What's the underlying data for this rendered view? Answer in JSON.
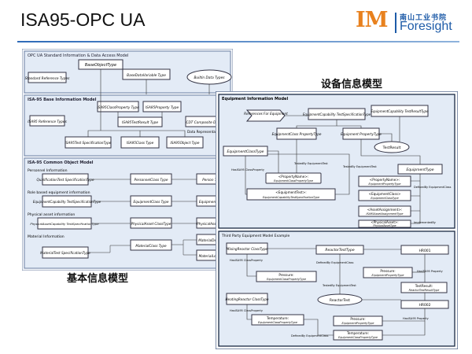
{
  "slide": {
    "title": "ISA95-OPC UA",
    "logo": {
      "brand_letters": "IM",
      "tagline_cn": "南山工业书院",
      "brand_word": "Foresight",
      "colors": {
        "orange": "#e8811e",
        "blue": "#1d5ba8"
      }
    },
    "left_caption": "基本信息模型",
    "right_caption": "设备信息模型"
  },
  "left_diagram": {
    "top_panel_title": "OPC UA Standard Information & Data Access Model",
    "mid_panel_title": "ISA-95 Base Information Model",
    "bottom_panel_title": "ISA-95 Common Object Model",
    "boxes": {
      "base_object_type": "BaseObjectType",
      "standard_ref_types": "Standard Reference Types",
      "base_data_variable_type": "BaseDataVariable Type",
      "builtin_data_types": "Builtin Data Types",
      "isa95_class_property_type": "ISA95ClassProperty Type",
      "isa95_property_type": "ISA95Property Type",
      "isa95_test_result_type": "ISA95TestResult Type",
      "cdt_composite": "CDT Composite DataType",
      "isa95_reference_types": "ISA95 Reference Types",
      "data_representation": "Data Representa...",
      "isa95_test_spec_type": "ISA95Test SpecificationType",
      "isa95_class_type": "ISA95Class Type",
      "isa95_object_type": "ISA95Object Type",
      "qualification_test_spec": "QualificationTest SpecificationType",
      "personnel_class_type": "PersonnelClass Type",
      "person_type": "Person Type",
      "equipment_capability_test_spec": "EquipmentCapability TestSpecificationType",
      "equipment_class_type": "EquipmentClass Type",
      "equipment_type": "Equipment Type",
      "physical_asset_capability_test_spec": "PhysicalAssetCapability TestSpecificationType",
      "physical_asset_class_type": "PhysicalAsset ClassType",
      "physical_asset_type": "PhysicalAsset Type",
      "material_test_spec": "MaterialTest SpecificationType",
      "material_class_type": "MaterialClass Type",
      "material_lot_type": "MaterialLot Type",
      "material_def_type": "MaterialDef Type"
    },
    "sections": {
      "personnel": "Personnel Information",
      "role_equipment": "Role based equipment information",
      "physical_asset": "Physical asset information",
      "material": "Material Information"
    }
  },
  "right_diagram": {
    "top_panel_title": "Equipment Information Model",
    "bottom_panel_title": "Third Party Equipment Model Example",
    "boxes": {
      "references_for_equipment": "References For Equipment",
      "equipment_capability_test_spec_type": "EquipmentCapability TestSpecificationType",
      "equipment_capability_test_result_type": "EquipmentCapability TestResultType",
      "equipment_class_property_type": "EquipmentClass PropertyType",
      "equipment_property_type": "Equipment PropertyType",
      "test_result": "TestResult",
      "equipment_class_type": "EquipmentClassType",
      "equipment_type": "EquipmentType",
      "property_name_class": "<PropertyName>:",
      "property_name_class_sub": "EquipmentClassPropertyType",
      "equipment_test": "<EquipmentTest>:",
      "equipment_test_sub": "EquipmentCapabilityTestSpecificationType",
      "property_name": "<PropertyName>:",
      "property_name_sub": "EquipmentPropertyType",
      "equipment_class_inst": "<EquipmentClass>",
      "equipment_class_inst_sub": "EquipmentClassType",
      "asset_assignment": "<AssetAssignment>:",
      "asset_assignment_sub": "ISA95AssetAssignmentType",
      "physical_asset": "<PhysicalAsset>:",
      "physical_asset_sub": "PhysicalAssetType",
      "mixing_reactor_class_type": "MixingReactor ClassType",
      "reactor_test_type": "ReactorTestType",
      "hr001": "HR001",
      "pressure_1": "Pressure:",
      "pressure_1_sub": "EquipmentClassPropertyType",
      "pressure_2": "Pressure:",
      "pressure_2_sub": "EquipmentPropertyType",
      "test_result_2": "TestResult:",
      "test_result_2_sub": "ReactorTestResultType",
      "reactor_test": "ReactorTest",
      "heating_reactor_class_type": "HeatingReactor ClassType",
      "hr002": "HR002",
      "temperature_1": "Temperature:",
      "temperature_1_sub": "EquipmentClassPropertyType",
      "pressure_3": "Pressure:",
      "pressure_3_sub": "EquipmentPropertyType",
      "temperature_2": "Temperature:",
      "temperature_2_sub": "EquipmentClassPropertyType"
    },
    "edge_labels": {
      "has_isa95_class_property": "HasISA95 ClassProperty",
      "tested_by_test": "TestedBy EquipmentTest",
      "tested_by_test_2": "TestedBy EquipmentTest",
      "defined_by_class": "DefinedBy EquipmentClass",
      "implemented_by": "ImplementedBy",
      "has_isa95_property": "HasISA95 Property",
      "has_isa95_class_property_2": "HasISA95 ClassProperty",
      "defined_by_class_2": "DefinedBy EquipmentClass",
      "tested_by_2": "TestedBy EquipmentTest",
      "has_isa95_property_2": "HasISA95 Property",
      "has_isa95_class_property_3": "HasISA95 ClassProperty",
      "has_isa95_property_3": "HasISA95 Property",
      "defined_by_2": "DefinedBy EquipmentClass"
    }
  }
}
